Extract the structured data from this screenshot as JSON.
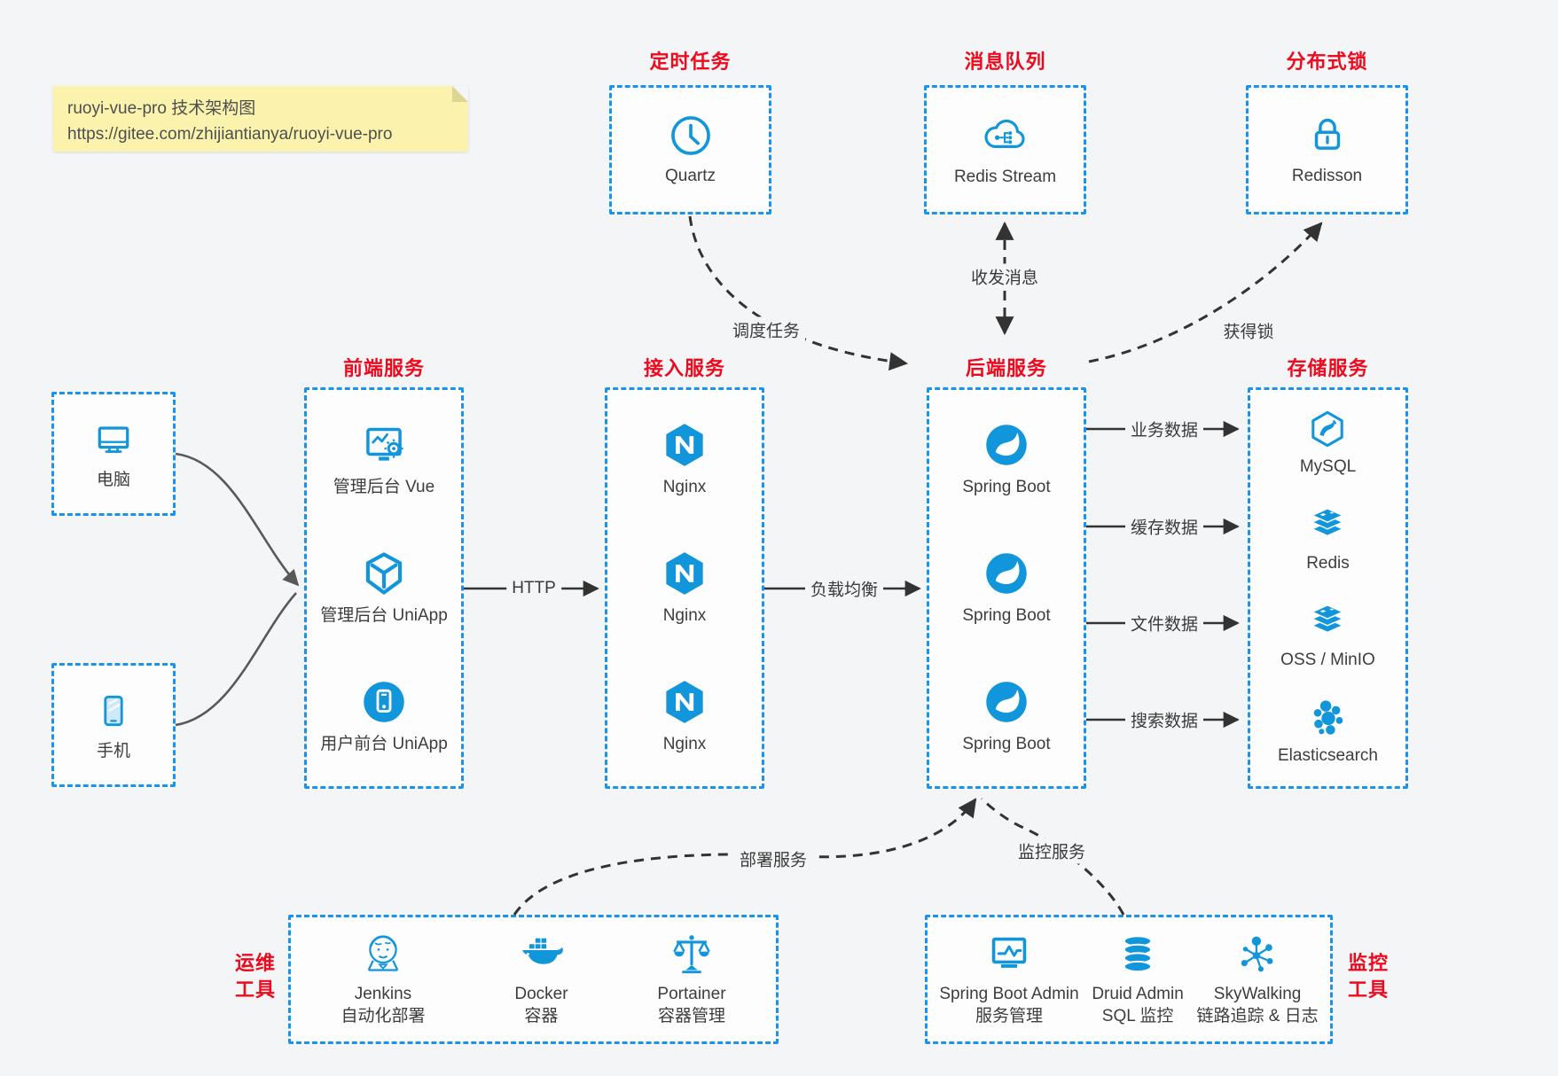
{
  "note": {
    "line1": "ruoyi-vue-pro 技术架构图",
    "line2": "https://gitee.com/zhijiantianya/ruoyi-vue-pro"
  },
  "colors": {
    "accent_blue": "#1296db",
    "box_border_blue": "#1a93ec",
    "title_red": "#ee0a1e",
    "arrow_black": "#333333",
    "connector_gray": "#595959",
    "canvas_bg": "#f4f5f6",
    "note_bg": "#faf2ad"
  },
  "groups": {
    "scheduled": {
      "title": "定时任务",
      "items": [
        "Quartz"
      ]
    },
    "mq": {
      "title": "消息队列",
      "items": [
        "Redis Stream"
      ]
    },
    "lock": {
      "title": "分布式锁",
      "items": [
        "Redisson"
      ]
    },
    "clients": {
      "items": [
        "电脑",
        "手机"
      ]
    },
    "frontend": {
      "title": "前端服务",
      "items": [
        "管理后台 Vue",
        "管理后台 UniApp",
        "用户前台 UniApp"
      ]
    },
    "gateway": {
      "title": "接入服务",
      "items": [
        "Nginx",
        "Nginx",
        "Nginx"
      ]
    },
    "backend": {
      "title": "后端服务",
      "items": [
        "Spring Boot",
        "Spring Boot",
        "Spring Boot"
      ]
    },
    "storage": {
      "title": "存储服务",
      "items": [
        "MySQL",
        "Redis",
        "OSS / MinIO",
        "Elasticsearch"
      ]
    },
    "ops": {
      "side": [
        "运维",
        "工具"
      ],
      "items": [
        {
          "name": "Jenkins",
          "desc": "自动化部署"
        },
        {
          "name": "Docker",
          "desc": "容器"
        },
        {
          "name": "Portainer",
          "desc": "容器管理"
        }
      ]
    },
    "monitor": {
      "side": [
        "监控",
        "工具"
      ],
      "items": [
        {
          "name": "Spring Boot Admin",
          "desc": "服务管理"
        },
        {
          "name": "Druid Admin",
          "desc": "SQL 监控"
        },
        {
          "name": "SkyWalking",
          "desc": "链路追踪 & 日志"
        }
      ]
    }
  },
  "edges": {
    "http": "HTTP",
    "load_balance": "负载均衡",
    "schedule": "调度任务",
    "message": "收发消息",
    "acquire_lock": "获得锁",
    "biz_data": "业务数据",
    "cache_data": "缓存数据",
    "file_data": "文件数据",
    "search_data": "搜索数据",
    "deploy": "部署服务",
    "monitoring": "监控服务"
  }
}
